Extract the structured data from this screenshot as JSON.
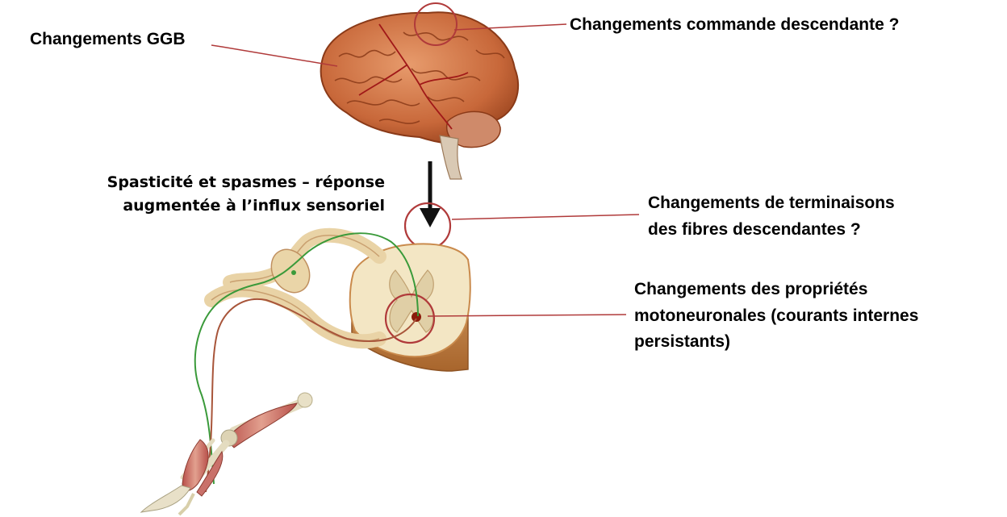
{
  "labels": {
    "ggb": "Changements GGB",
    "commande": "Changements commande descendante ?",
    "spasticite_line1": "Spasticité et spasmes – réponse",
    "spasticite_line2": "augmentée à l’influx sensoriel",
    "terminaisons_line1": "Changements de terminaisons",
    "terminaisons_line2": "des fibres descendantes ?",
    "proprietes_line1": "Changements des propriétés",
    "proprietes_line2": "motoneuronales (courants internes",
    "proprietes_line3": "persistants)"
  },
  "colors": {
    "leader_line": "#b03a3a",
    "brain": "#c8683a",
    "brain_vessel": "#a01818",
    "spinal_cord": "#f3e6c4",
    "spinal_rim": "#c98a4c",
    "sensory_fiber": "#3a9a3a",
    "motor_fiber": "#a8553a",
    "arrow": "#111111"
  },
  "icons": [
    "brain-illustration",
    "spinal-cord-illustration",
    "leg-illustration",
    "down-arrow-icon"
  ]
}
